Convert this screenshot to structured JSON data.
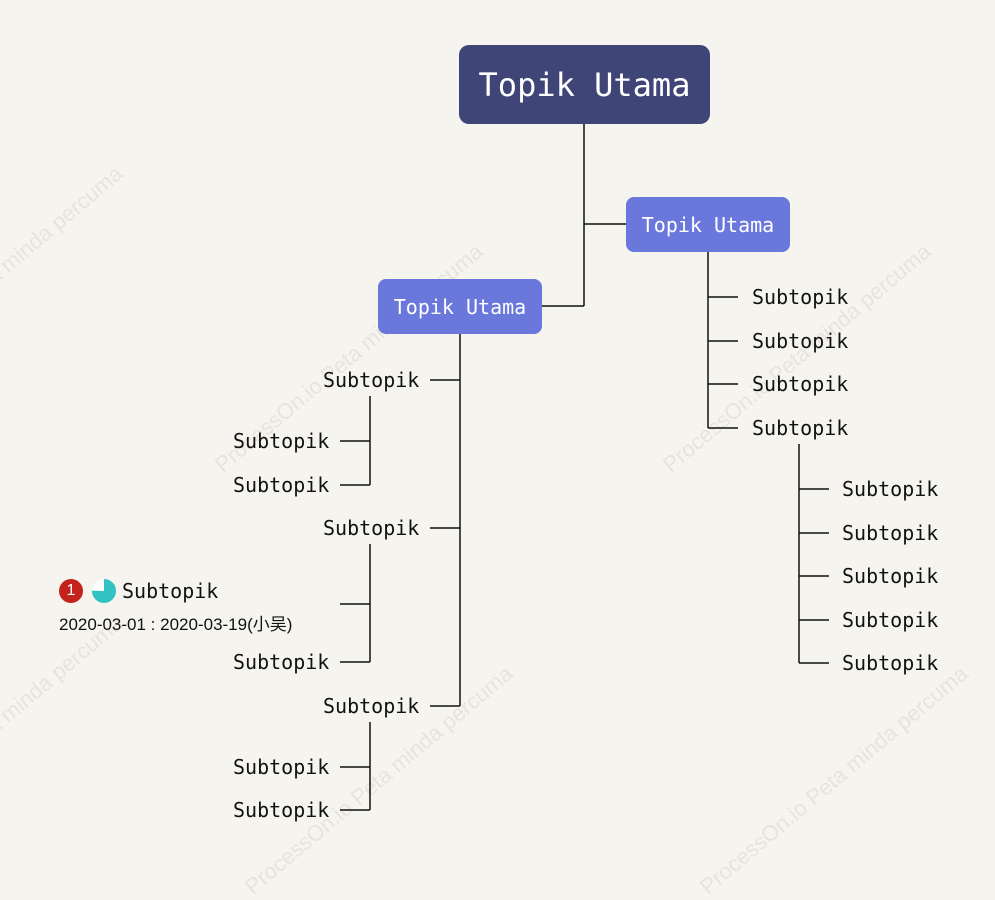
{
  "watermark": "ProcessOn.io Peta minda percuma",
  "root": {
    "label": "Topik Utama"
  },
  "main_left": {
    "label": "Topik Utama",
    "subtopics": [
      {
        "label": "Subtopik",
        "children": [
          "Subtopik",
          "Subtopik"
        ]
      },
      {
        "label": "Subtopik",
        "children": [
          "Subtopik",
          "Subtopik"
        ]
      },
      {
        "label": "Subtopik",
        "children": [
          "Subtopik",
          "Subtopik"
        ]
      }
    ]
  },
  "main_right": {
    "label": "Topik Utama",
    "subtopics": [
      {
        "label": "Subtopik"
      },
      {
        "label": "Subtopik"
      },
      {
        "label": "Subtopik"
      },
      {
        "label": "Subtopik",
        "children": [
          "Subtopik",
          "Subtopik",
          "Subtopik",
          "Subtopik",
          "Subtopik"
        ]
      }
    ]
  },
  "task": {
    "priority": "1",
    "progress": 0.75,
    "date_range": "2020-03-01 : 2020-03-19(小吴)"
  },
  "colors": {
    "background": "#f5f4ee",
    "root": "#3f4577",
    "main_topic": "#6a78dc",
    "line": "#111111",
    "priority": "#c4221d",
    "progress": "#33c2c2"
  },
  "icons": {
    "priority": "priority-1-icon",
    "progress": "progress-three-quarter-icon"
  }
}
